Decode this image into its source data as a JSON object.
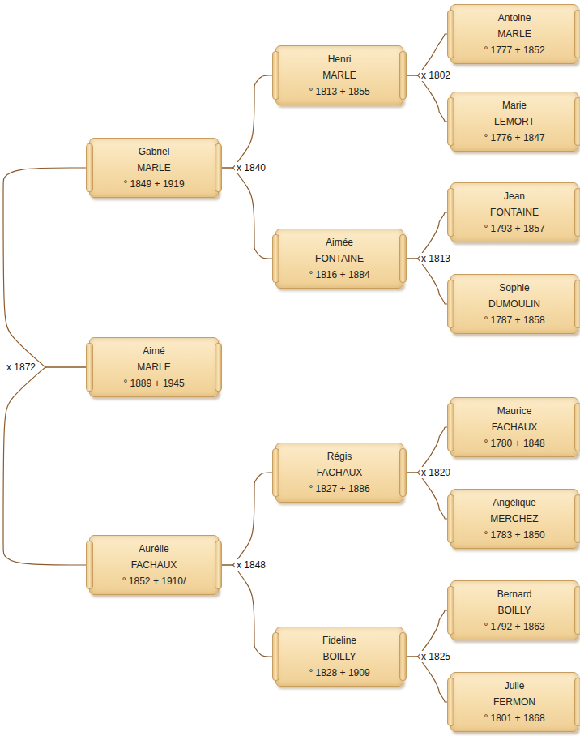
{
  "diagram": {
    "nodes": [
      {
        "text": [
          "Gabriel",
          "MARLE",
          "° 1849 + 1919"
        ]
      },
      {
        "text": [
          "Aimé",
          "MARLE",
          "° 1889 + 1945"
        ]
      },
      {
        "text": [
          "Aurélie",
          "FACHAUX",
          "° 1852 + 1910/"
        ]
      },
      {
        "text": [
          "Henri",
          "MARLE",
          "° 1813 + 1855"
        ]
      },
      {
        "text": [
          "Aimée",
          "FONTAINE",
          "° 1816 + 1884"
        ]
      },
      {
        "text": [
          "Régis",
          "FACHAUX",
          "° 1827 + 1886"
        ]
      },
      {
        "text": [
          "Fideline",
          "BOILLY",
          "° 1828 + 1909"
        ]
      },
      {
        "text": [
          "Antoine",
          "MARLE",
          "° 1777 + 1852"
        ]
      },
      {
        "text": [
          "Marie",
          "LEMORT",
          "° 1776 + 1847"
        ]
      },
      {
        "text": [
          "Jean",
          "FONTAINE",
          "° 1793 + 1857"
        ]
      },
      {
        "text": [
          "Sophie",
          "DUMOULIN",
          "° 1787 + 1858"
        ]
      },
      {
        "text": [
          "Maurice",
          "FACHAUX",
          "° 1780 + 1848"
        ]
      },
      {
        "text": [
          "Angélique",
          "MERCHEZ",
          "° 1783 + 1850"
        ]
      },
      {
        "text": [
          "Bernard",
          "BOILLY",
          "° 1792 + 1863"
        ]
      },
      {
        "text": [
          "Julie",
          "FERMON",
          "° 1801 + 1868"
        ]
      }
    ],
    "edges": [
      {
        "from": 1,
        "to": 0,
        "arrow": "none",
        "label": "x 1872"
      },
      {
        "from": 1,
        "to": 2,
        "arrow": "none"
      },
      {
        "from": 0,
        "to": 3,
        "arrow": "none",
        "label": "x 1840"
      },
      {
        "from": 0,
        "to": 4,
        "arrow": "none"
      },
      {
        "from": 2,
        "to": 5,
        "arrow": "none",
        "label": "x 1848"
      },
      {
        "from": 2,
        "to": 6,
        "arrow": "none"
      },
      {
        "from": 3,
        "to": 7,
        "arrow": "none",
        "label": "x 1802"
      },
      {
        "from": 3,
        "to": 8,
        "arrow": "none"
      },
      {
        "from": 4,
        "to": 9,
        "arrow": "none",
        "label": "x 1813"
      },
      {
        "from": 4,
        "to": 10,
        "arrow": "none"
      },
      {
        "from": 5,
        "to": 11,
        "arrow": "none",
        "label": "x 1820"
      },
      {
        "from": 5,
        "to": 12,
        "arrow": "none"
      },
      {
        "from": 6,
        "to": 13,
        "arrow": "none",
        "label": "x 1825"
      },
      {
        "from": 6,
        "to": 14,
        "arrow": "none"
      }
    ]
  }
}
